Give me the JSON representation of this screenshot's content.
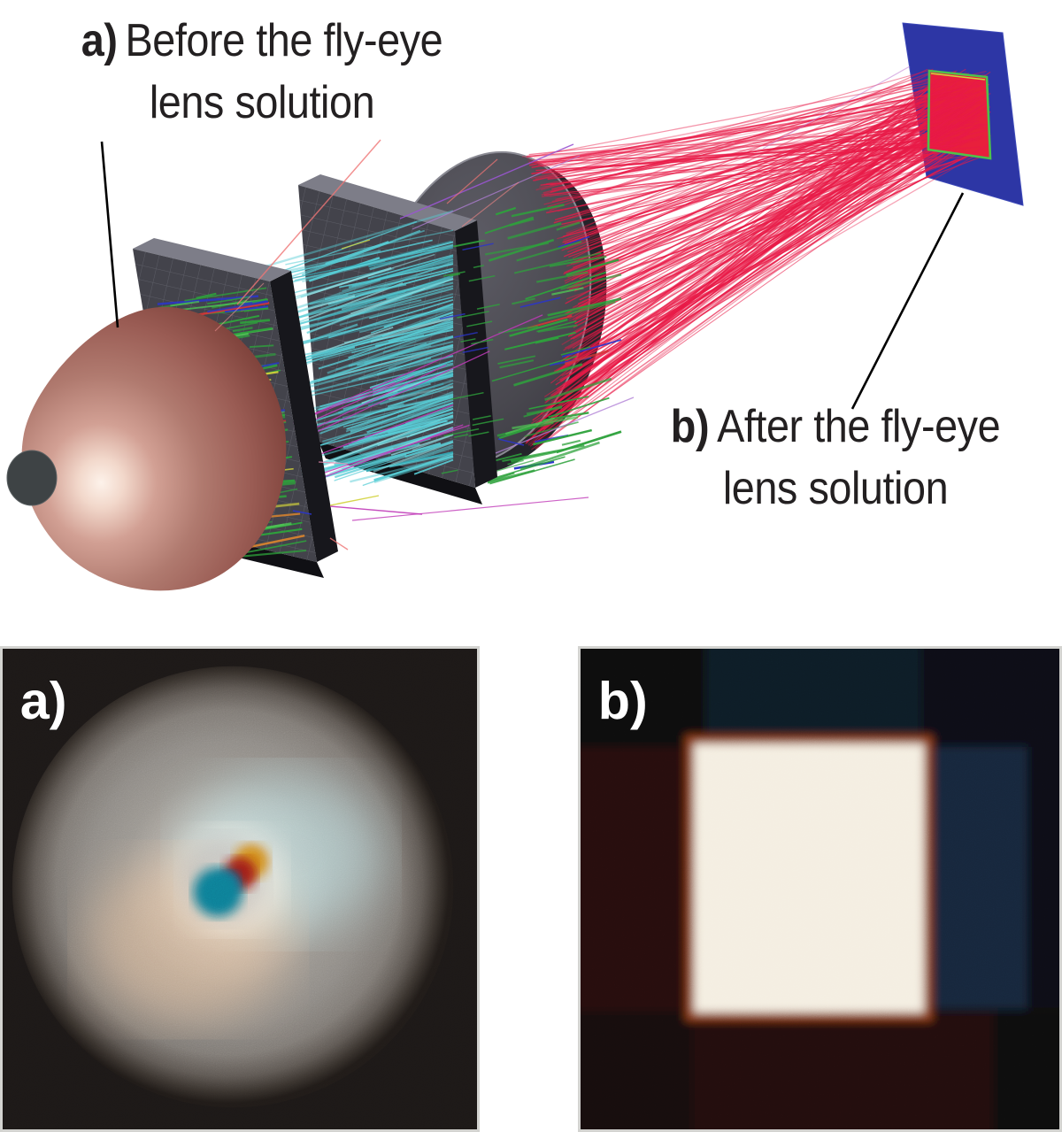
{
  "figure": {
    "background": "#ffffff",
    "text_color": "#232021",
    "labels": {
      "a": {
        "prefix": "a)",
        "line1": "Before the fly-eye",
        "line2": "lens solution"
      },
      "b": {
        "prefix": "b)",
        "line1": "After the fly-eye",
        "line2": "lens solution"
      }
    }
  },
  "scene": {
    "colors": {
      "cyan": "#58cdd6",
      "cyan_light": "#8fe0e4",
      "cyan_dark": "#35aab6",
      "green": "#2ea23c",
      "green_light": "#4fc455",
      "blue": "#2a35cc",
      "red": "#e81a47",
      "red_seg": "#d43535",
      "salmon": "#ef7575",
      "magenta": "#c03ab8",
      "purple": "#9a55d2",
      "lavender": "#b07fd6",
      "pink": "#e88bb0",
      "yellow": "#d2d23a",
      "orange": "#d08030",
      "plate_face": "#43434b",
      "plate_side": "#17171c",
      "plate_top": "#7d7d88",
      "plate_bottom": "#101014",
      "lens_back": "#24242a",
      "lens_rim": "#8b8b94",
      "screen_blue": "#2d36a5",
      "square_red": "#e8203c",
      "square_border": "#4fc24a",
      "square_border_top": "#ccd83c",
      "reflector_cap": "#3e4345",
      "leader": "#000000"
    }
  },
  "photos": {
    "a": {
      "label": "a)"
    },
    "b": {
      "label": "b)"
    }
  }
}
